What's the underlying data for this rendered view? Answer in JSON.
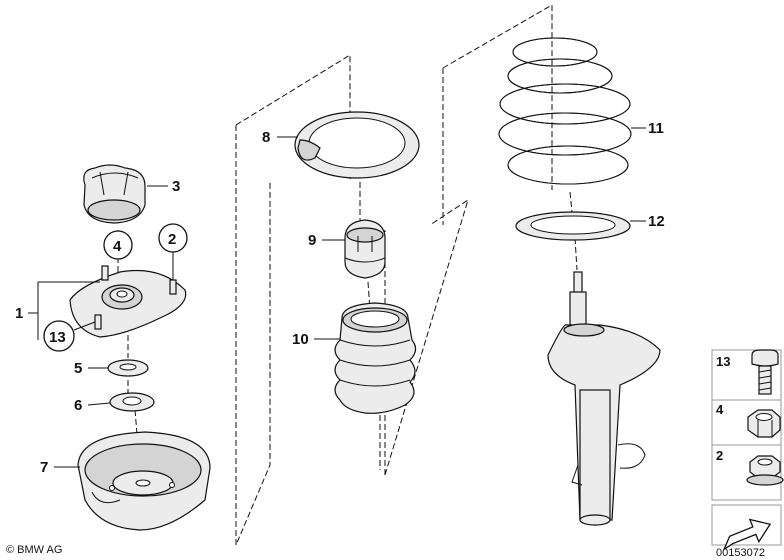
{
  "diagram": {
    "callouts": [
      {
        "id": "1",
        "label": "1"
      },
      {
        "id": "2",
        "label": "2"
      },
      {
        "id": "3",
        "label": "3"
      },
      {
        "id": "4",
        "label": "4"
      },
      {
        "id": "5",
        "label": "5"
      },
      {
        "id": "6",
        "label": "6"
      },
      {
        "id": "7",
        "label": "7"
      },
      {
        "id": "8",
        "label": "8"
      },
      {
        "id": "9",
        "label": "9"
      },
      {
        "id": "10",
        "label": "10"
      },
      {
        "id": "11",
        "label": "11"
      },
      {
        "id": "12",
        "label": "12"
      },
      {
        "id": "13",
        "label": "13"
      }
    ],
    "legend": [
      {
        "label": "13",
        "icon": "bolt-icon"
      },
      {
        "label": "4",
        "icon": "nut-icon"
      },
      {
        "label": "2",
        "icon": "collar-nut-icon"
      }
    ],
    "copyright": "© BMW AG",
    "diagram_number": "00153072",
    "colors": {
      "line": "#111111",
      "part_fill": "#ececec",
      "shade": "#d4d4d4"
    }
  }
}
